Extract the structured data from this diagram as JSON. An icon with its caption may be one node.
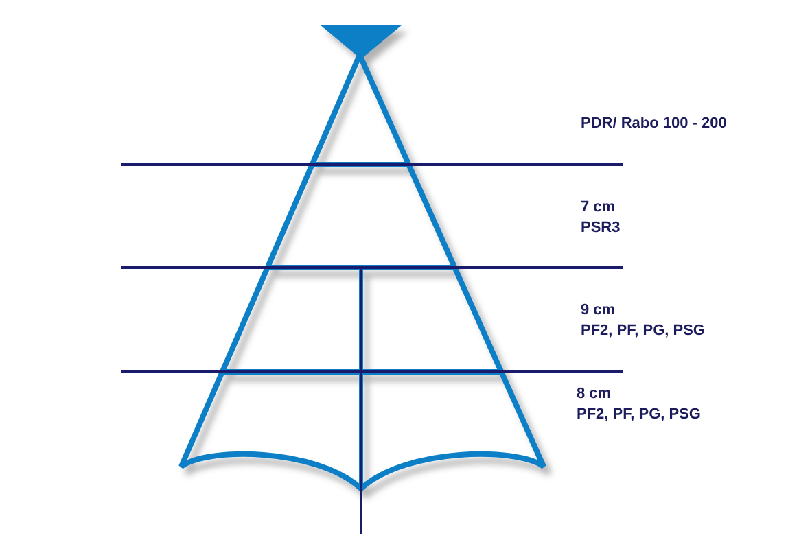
{
  "diagram": {
    "labels": [
      "PDR/ Rabo 100 - 200",
      "7 cm",
      "PSR3",
      "9 cm",
      "PF2, PF, PG, PSG",
      "8 cm",
      "PF2, PF, PG, PSG"
    ]
  }
}
